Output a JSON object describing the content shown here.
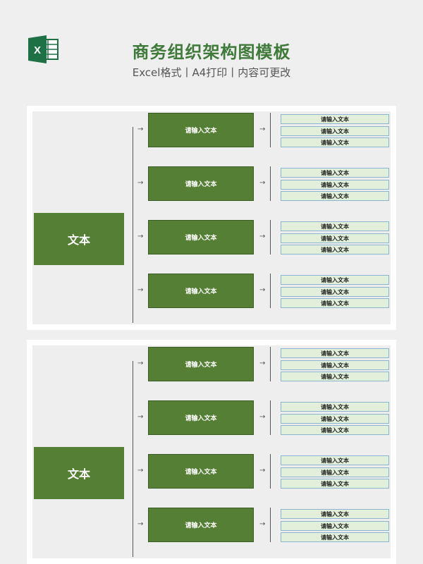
{
  "header": {
    "logo_letter": "X",
    "title": "商务组织架构图模板",
    "subtitle": "Excel格式丨A4打印丨内容可更改"
  },
  "colors": {
    "accent": "#557f35",
    "leaf_fill": "#e2efda",
    "leaf_border": "#8db4cf",
    "title": "#3f7a3a"
  },
  "charts": [
    {
      "root_label": "文本",
      "branches": [
        {
          "label": "请输入文本",
          "leaves": [
            "请输入文本",
            "请输入文本",
            "请输入文本"
          ]
        },
        {
          "label": "请输入文本",
          "leaves": [
            "请输入文本",
            "请输入文本",
            "请输入文本"
          ]
        },
        {
          "label": "请输入文本",
          "leaves": [
            "请输入文本",
            "请输入文本",
            "请输入文本"
          ]
        },
        {
          "label": "请输入文本",
          "leaves": [
            "请输入文本",
            "请输入文本",
            "请输入文本"
          ]
        }
      ]
    },
    {
      "root_label": "文本",
      "branches": [
        {
          "label": "请输入文本",
          "leaves": [
            "请输入文本",
            "请输入文本",
            "请输入文本"
          ]
        },
        {
          "label": "请输入文本",
          "leaves": [
            "请输入文本",
            "请输入文本",
            "请输入文本"
          ]
        },
        {
          "label": "请输入文本",
          "leaves": [
            "请输入文本",
            "请输入文本",
            "请输入文本"
          ]
        },
        {
          "label": "请输入文本",
          "leaves": [
            "请输入文本",
            "请输入文本",
            "请输入文本"
          ]
        }
      ]
    }
  ]
}
